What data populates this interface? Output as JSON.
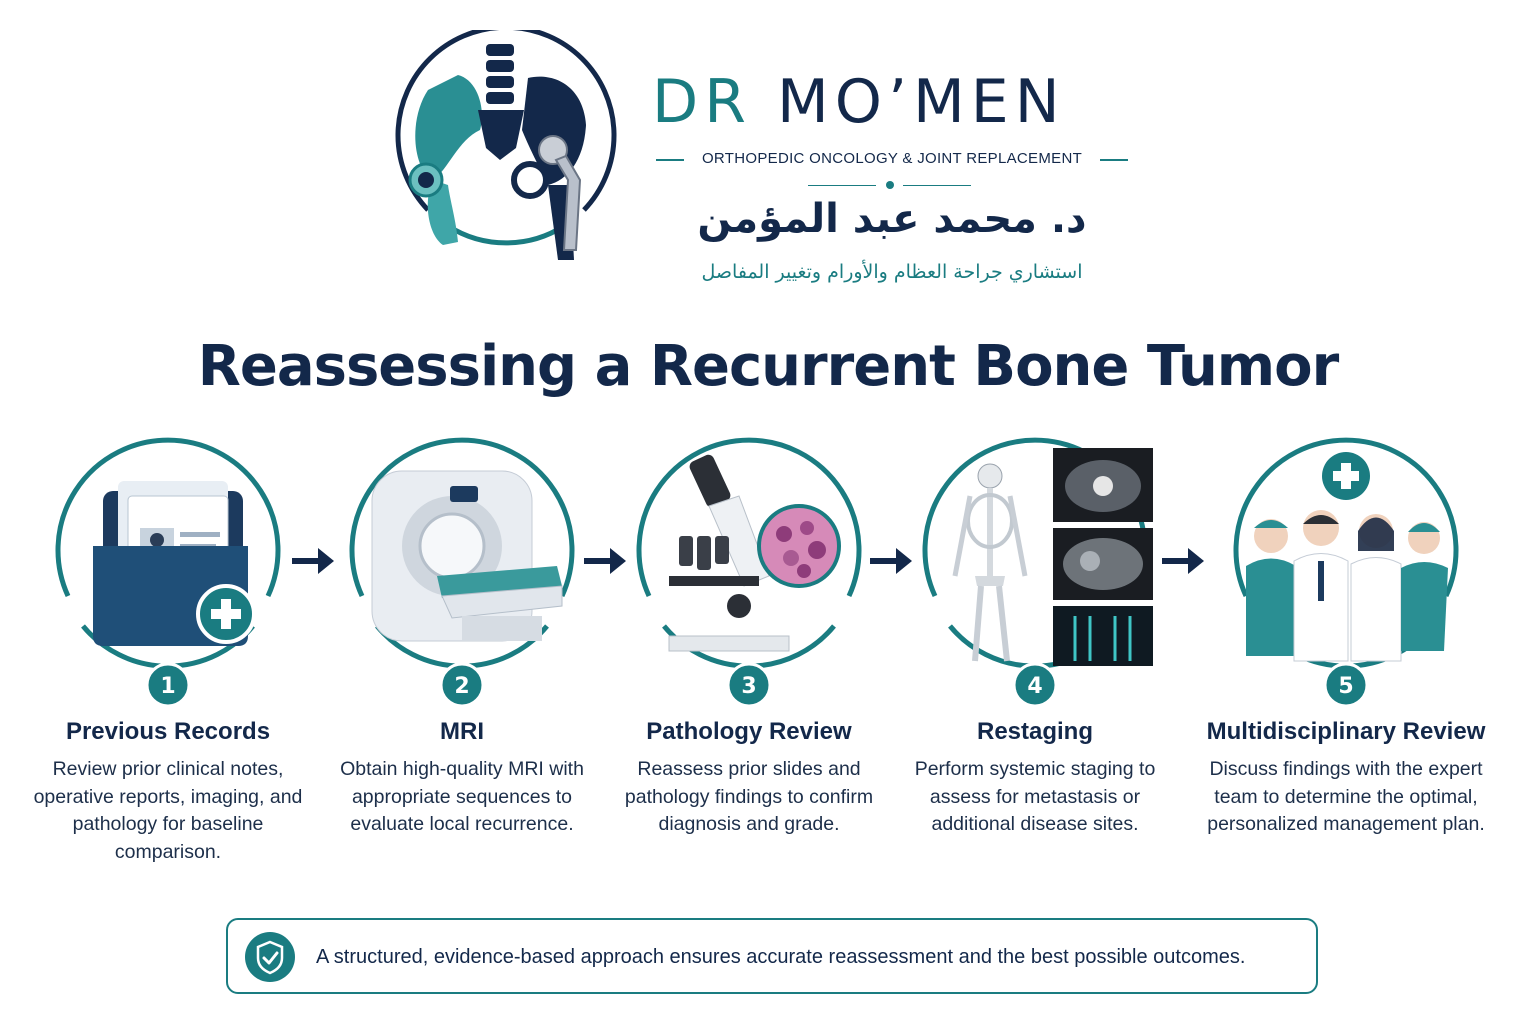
{
  "brand": {
    "name_part1": "DR ",
    "name_part2": "MO’MEN",
    "tagline": "ORTHOPEDIC ONCOLOGY & JOINT REPLACEMENT",
    "arabic_name": "د. محمد عبد المؤمن",
    "arabic_subtitle": "استشاري جراحة العظام والأورام وتغيير المفاصل",
    "logo_icon": "pelvis-hip-implant-icon"
  },
  "title": "Reassessing a Recurrent Bone Tumor",
  "steps": [
    {
      "number": "1",
      "title": "Previous Records",
      "description": "Review prior clinical notes, operative reports, imaging, and pathology for baseline comparison.",
      "icon": "medical-folder-icon"
    },
    {
      "number": "2",
      "title": "MRI",
      "description": "Obtain high-quality MRI with appropriate sequences to evaluate local recurrence.",
      "icon": "mri-scanner-icon"
    },
    {
      "number": "3",
      "title": "Pathology Review",
      "description": "Reassess prior slides and pathology findings to confirm diagnosis and grade.",
      "icon": "microscope-icon"
    },
    {
      "number": "4",
      "title": "Restaging",
      "description": "Perform systemic staging to assess for metastasis or additional disease sites.",
      "icon": "skeleton-scan-icon"
    },
    {
      "number": "5",
      "title": "Multidisciplinary Review",
      "description": "Discuss findings with the expert team to determine the optimal, personalized management plan.",
      "icon": "medical-team-icon"
    }
  ],
  "footer": {
    "text": "A structured, evidence-based approach ensures accurate reassessment and the best possible outcomes.",
    "icon": "shield-check-icon"
  },
  "colors": {
    "teal": "#1a7c81",
    "navy": "#13284a",
    "light_teal": "#5fb3b3"
  }
}
